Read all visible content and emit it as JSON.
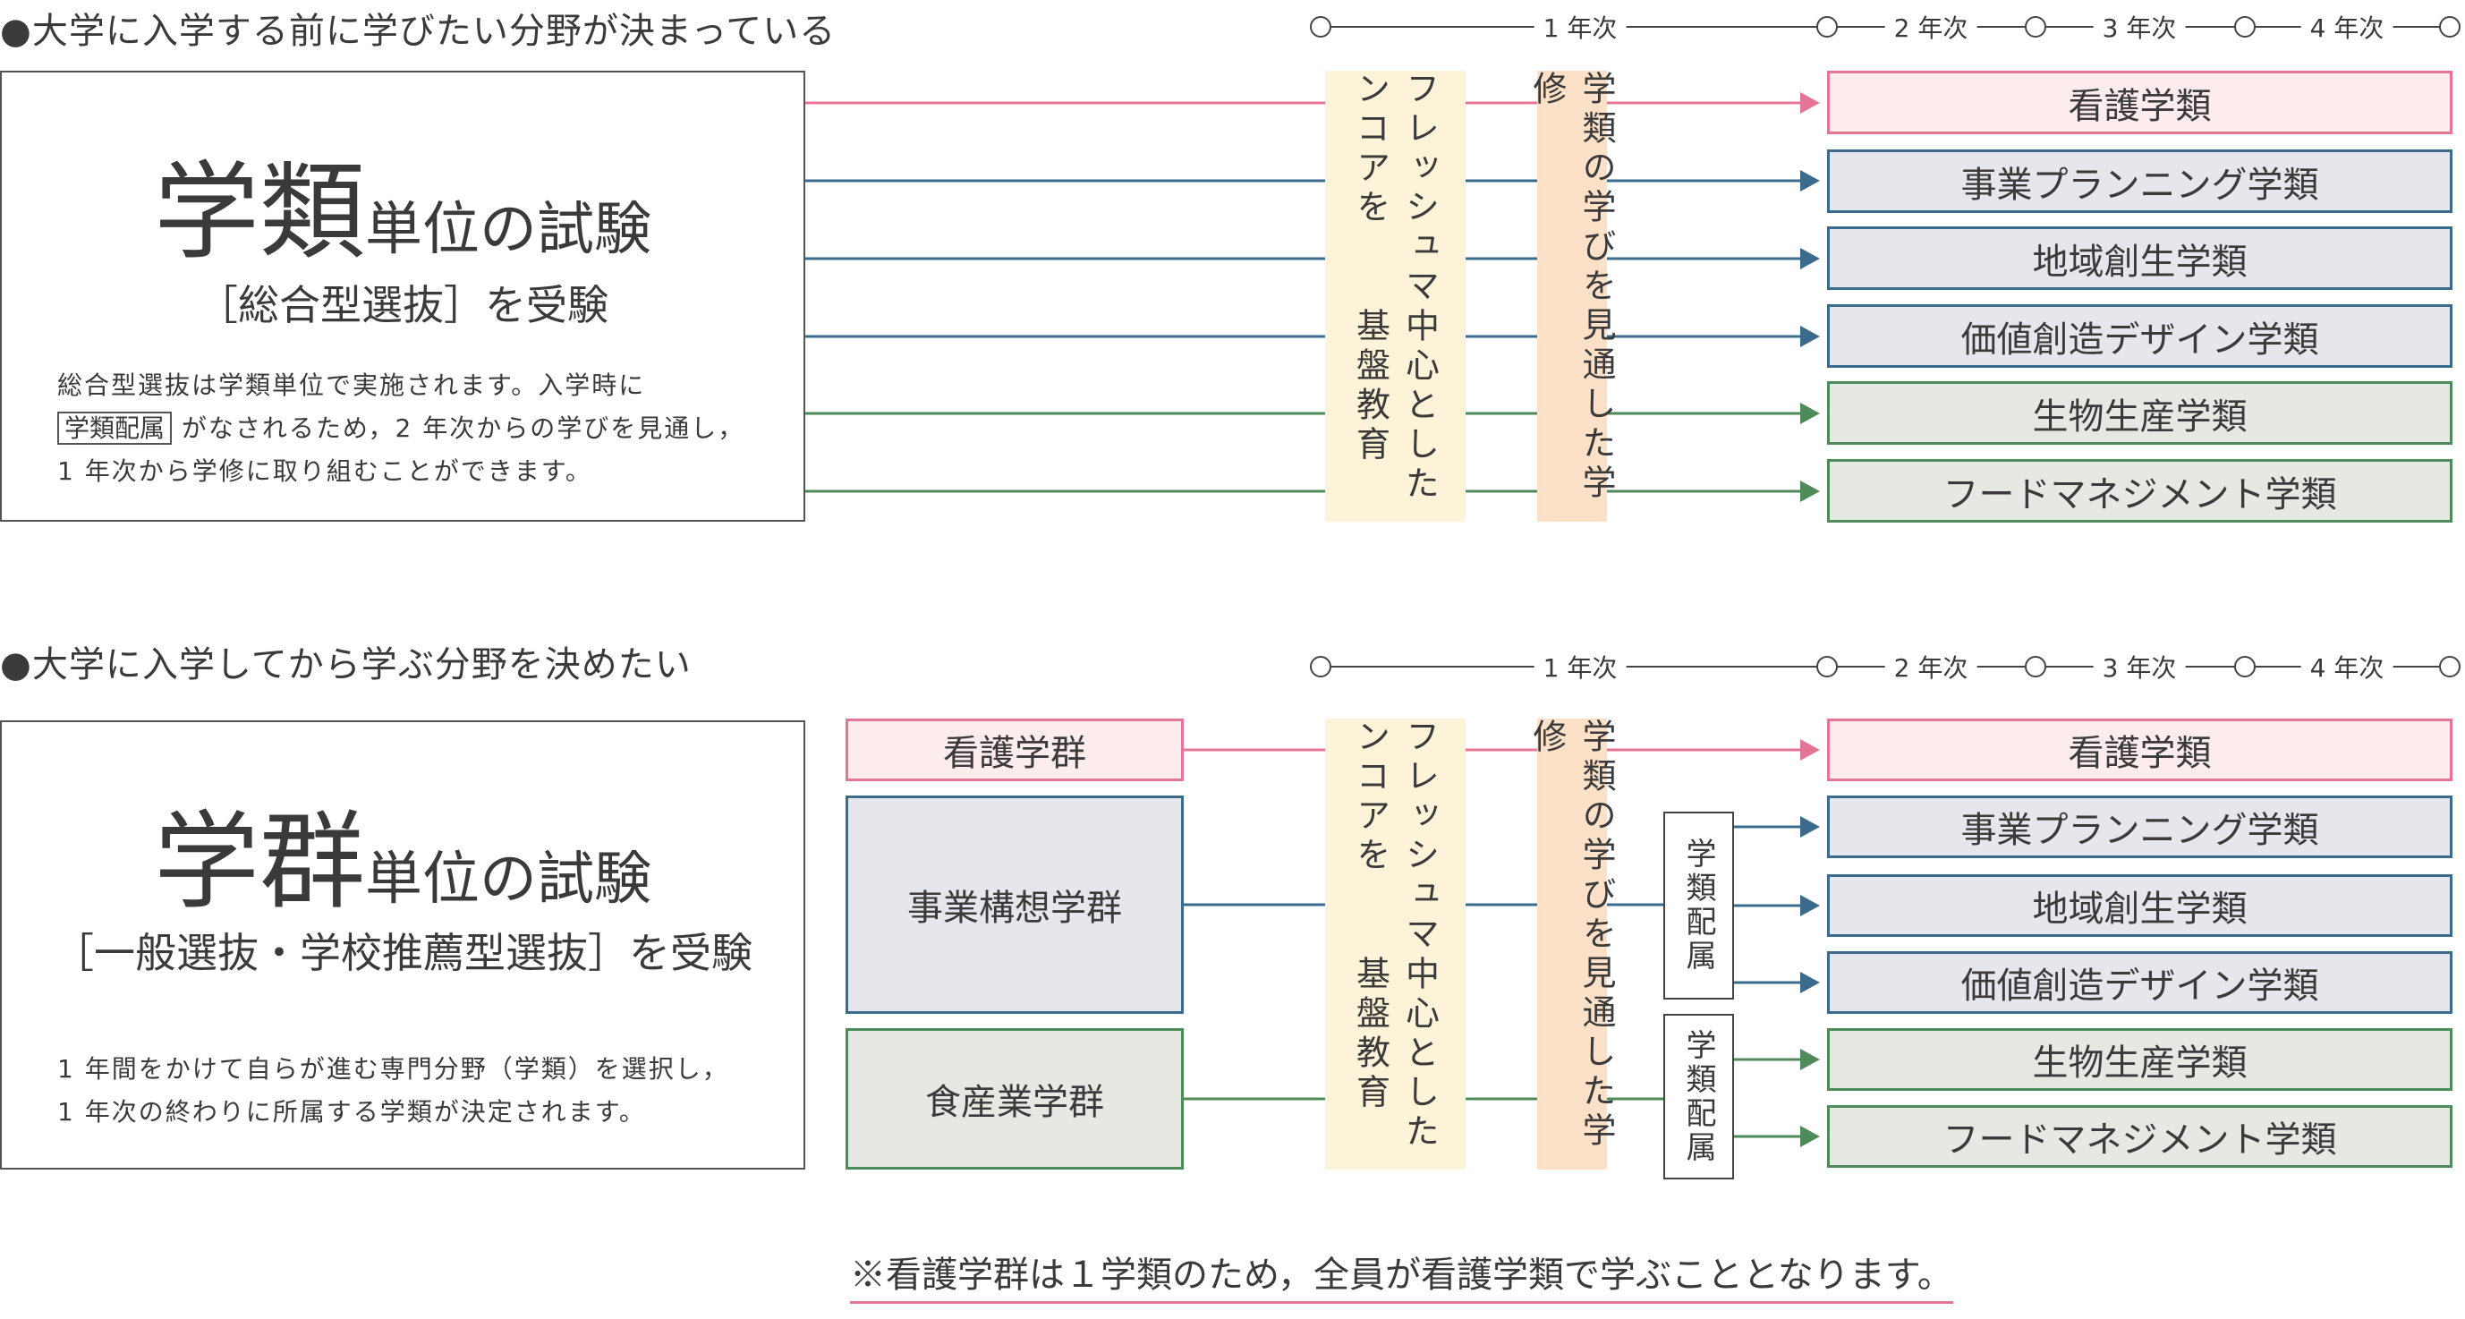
{
  "colors": {
    "pink": "#e57594",
    "blue": "#3b6b8c",
    "green": "#4f8a5a",
    "yellow_band": "#fdf3d8",
    "orange_band": "#fde0c8"
  },
  "timeline": {
    "year1": "1 年次",
    "year2": "2 年次",
    "year3": "3 年次",
    "year4": "4 年次"
  },
  "section1": {
    "heading": "●大学に入学する前に学びたい分野が決まっている",
    "title_large": "学類",
    "title_small": "単位の試験",
    "subtitle": "［総合型選抜］を受験",
    "desc_line1": "総合型選抜は学類単位で実施されます。入学時に",
    "desc_tag": "学類配属",
    "desc_line2_rest": "がなされるため，2 年次からの学びを見通し，",
    "desc_line3": "1 年次から学修に取り組むことができます。"
  },
  "section2": {
    "heading": "●大学に入学してから学ぶ分野を決めたい",
    "title_large": "学群",
    "title_small": "単位の試験",
    "subtitle": "［一般選抜・学校推薦型選抜］を受験",
    "desc_line1": "1 年間をかけて自らが進む専門分野（学類）を選択し，",
    "desc_line2": "1 年次の終わりに所属する学類が決定されます。",
    "groups": [
      "看護学群",
      "事業構想学群",
      "食産業学群"
    ],
    "assign_label": "学類配属"
  },
  "bands": {
    "freshman_col1": "フレッシュマンコアを",
    "freshman_col2": "中心とした基盤教育",
    "outlook": "学類の学びを見通した学修"
  },
  "faculties": [
    "看護学類",
    "事業プランニング学類",
    "地域創生学類",
    "価値創造デザイン学類",
    "生物生産学類",
    "フードマネジメント学類"
  ],
  "footnote": "※看護学群は１学類のため，全員が看護学類で学ぶこととなります。"
}
